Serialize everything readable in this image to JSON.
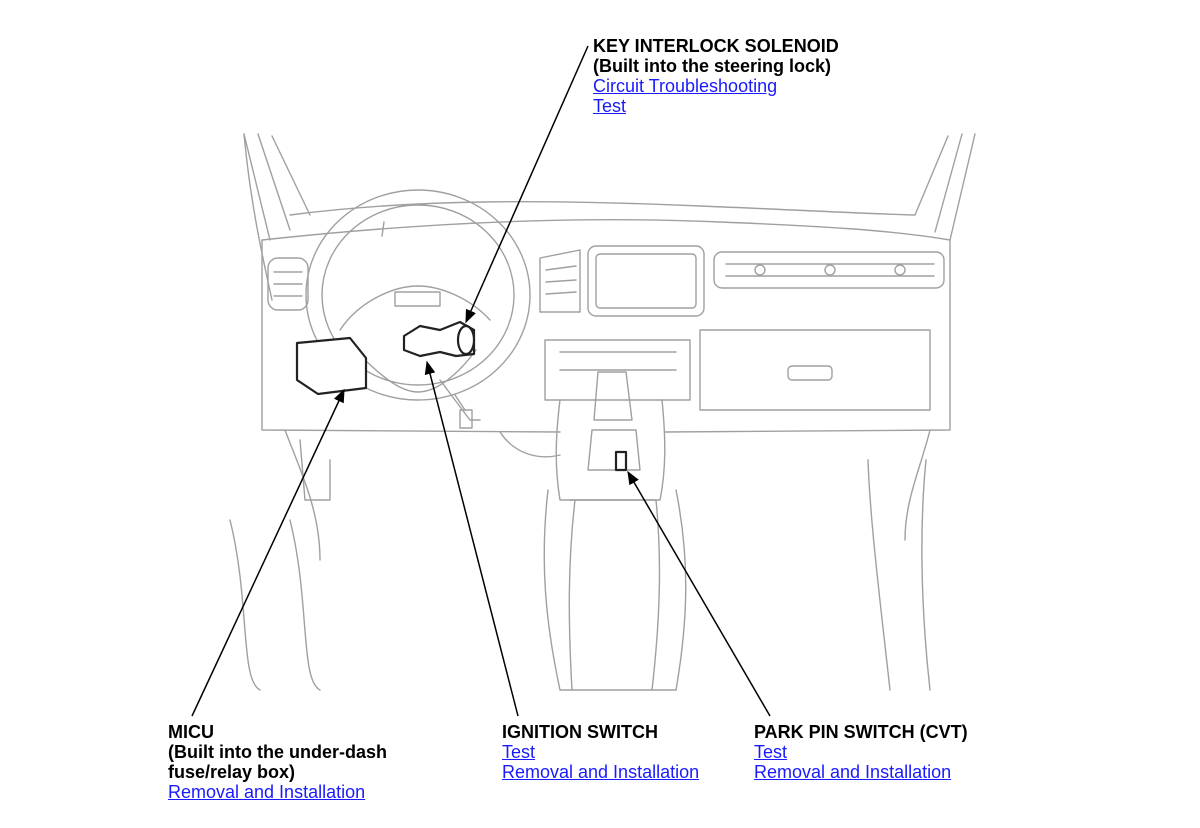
{
  "callouts": {
    "key_interlock": {
      "title": "KEY INTERLOCK SOLENOID",
      "subtitle": "(Built into the steering lock)",
      "links": [
        "Circuit Troubleshooting",
        "Test"
      ]
    },
    "micu": {
      "title": "MICU",
      "subtitle_line1": "(Built into the under-dash",
      "subtitle_line2": "fuse/relay box)",
      "links": [
        "Removal and Installation"
      ]
    },
    "ignition_switch": {
      "title": "IGNITION SWITCH",
      "links": [
        "Test",
        "Removal and Installation"
      ]
    },
    "park_pin_switch": {
      "title": "PARK PIN SWITCH (CVT)",
      "links": [
        "Test",
        "Removal and Installation"
      ]
    }
  },
  "colors": {
    "link": "#1a1aff",
    "line": "#000000",
    "drawing": "#9a9a9a"
  }
}
